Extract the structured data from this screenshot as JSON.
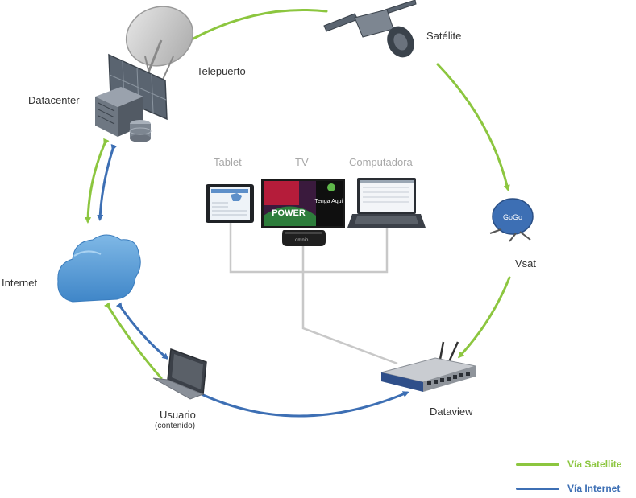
{
  "nodes": {
    "telepuerto": "Telepuerto",
    "satelite": "Satélite",
    "datacenter": "Datacenter",
    "internet": "Internet",
    "vsat": "Vsat",
    "dataview": "Dataview",
    "usuario": "Usuario",
    "usuario_sub": "(contenido)"
  },
  "devices": {
    "tablet": "Tablet",
    "tv": "TV",
    "computadora": "Computadora"
  },
  "tv_screen": {
    "text1": "POWER",
    "text2": "Tenga Aquí",
    "box_brand": "omnio"
  },
  "vsat_badge": "GoGo",
  "legend": [
    {
      "label": "Vía Satellite",
      "color": "#8cc63f"
    },
    {
      "label": "Vía Internet",
      "color": "#3d6fb4"
    }
  ],
  "colors": {
    "satellite": "#8cc63f",
    "internet": "#3d6fb4",
    "wire": "#c8c8c8"
  }
}
